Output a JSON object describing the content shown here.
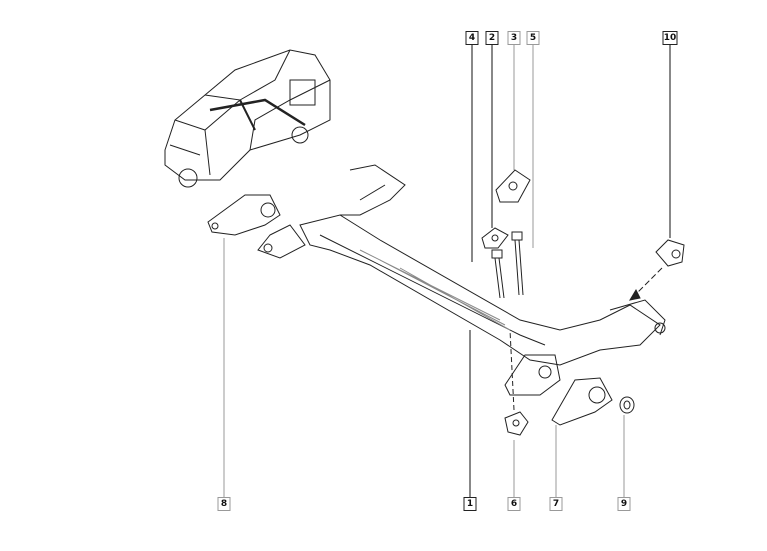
{
  "diagram": {
    "callouts": {
      "c1": "1",
      "c2": "2",
      "c3": "3",
      "c4": "4",
      "c5": "5",
      "c6": "6",
      "c7": "7",
      "c8": "8",
      "c9": "9",
      "c10": "10"
    }
  }
}
